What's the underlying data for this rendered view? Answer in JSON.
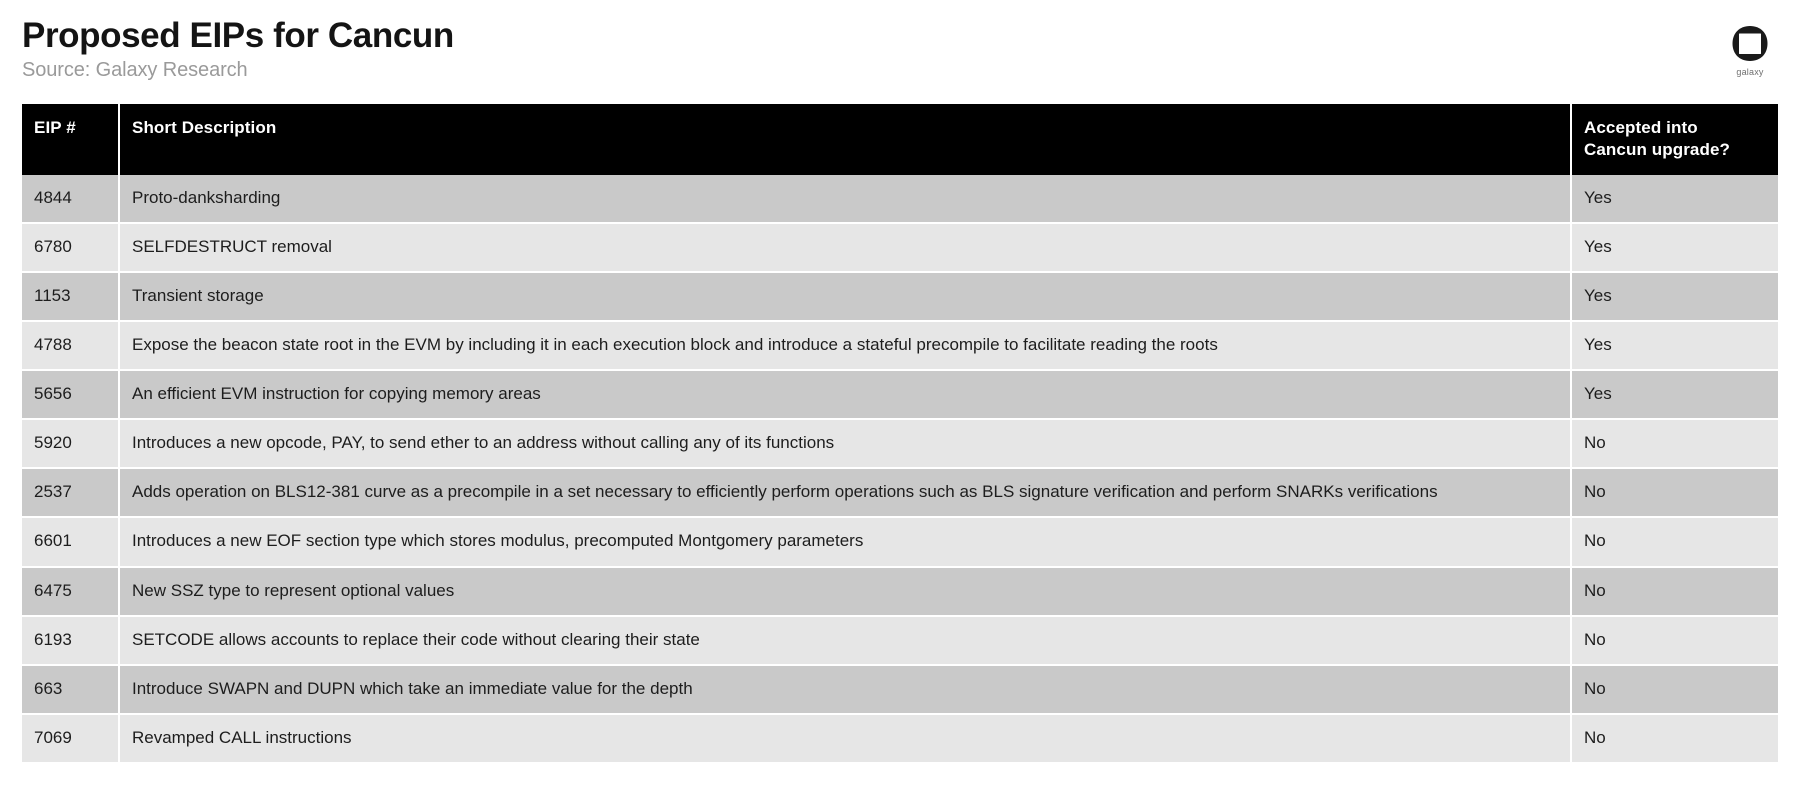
{
  "header": {
    "title": "Proposed EIPs for Cancun",
    "subtitle": "Source: Galaxy Research"
  },
  "logo": {
    "name": "galaxy-logo",
    "caption": "galaxy"
  },
  "table": {
    "columns": [
      {
        "key": "eip",
        "label": "EIP #"
      },
      {
        "key": "description",
        "label": "Short Description"
      },
      {
        "key": "accepted",
        "label": "Accepted into\nCancun upgrade?"
      }
    ],
    "column_labels": {
      "eip": "EIP #",
      "description": "Short Description",
      "accepted_line1": "Accepted into",
      "accepted_line2": "Cancun upgrade?"
    },
    "rows": [
      {
        "eip": "4844",
        "description": "Proto-danksharding",
        "accepted": "Yes"
      },
      {
        "eip": "6780",
        "description": "SELFDESTRUCT removal",
        "accepted": "Yes"
      },
      {
        "eip": "1153",
        "description": "Transient storage",
        "accepted": "Yes"
      },
      {
        "eip": "4788",
        "description": "Expose the beacon state root in the EVM by including it in each execution block and introduce a stateful precompile to facilitate reading the roots",
        "accepted": "Yes"
      },
      {
        "eip": "5656",
        "description": "An efficient EVM instruction for copying memory areas",
        "accepted": "Yes"
      },
      {
        "eip": "5920",
        "description": "Introduces a new opcode, PAY, to send ether to an address without calling any of its functions",
        "accepted": "No"
      },
      {
        "eip": "2537",
        "description": "Adds operation on BLS12-381 curve as a precompile in a set necessary to efficiently perform operations such as BLS signature verification and perform SNARKs verifications",
        "accepted": "No"
      },
      {
        "eip": "6601",
        "description": "Introduces a new EOF section type which stores modulus, precomputed Montgomery parameters",
        "accepted": "No"
      },
      {
        "eip": "6475",
        "description": "New SSZ type to represent optional values",
        "accepted": "No"
      },
      {
        "eip": "6193",
        "description": "SETCODE allows accounts to replace their code without clearing their state",
        "accepted": "No"
      },
      {
        "eip": "663",
        "description": "Introduce SWAPN and DUPN which take an immediate value for the depth",
        "accepted": "No"
      },
      {
        "eip": "7069",
        "description": "Revamped CALL instructions",
        "accepted": "No"
      }
    ]
  },
  "colors": {
    "header_bg": "#000000",
    "header_text": "#ffffff",
    "row_dark": "#c9c9c9",
    "row_light": "#e6e6e6",
    "body_text": "#1d1d1d",
    "title_text": "#141414",
    "subtitle_text": "#9a9a9a",
    "page_bg": "#ffffff"
  }
}
